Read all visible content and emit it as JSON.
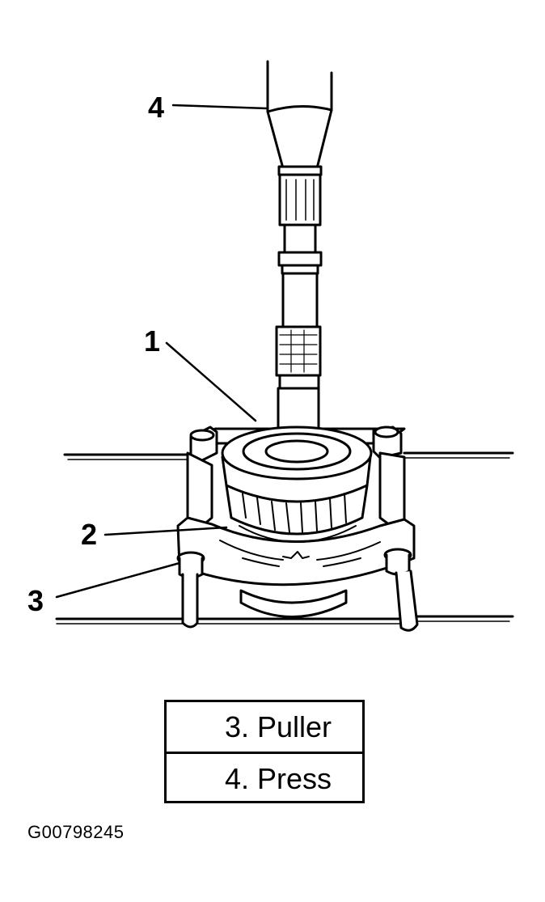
{
  "callouts": {
    "c1": "1",
    "c2": "2",
    "c3": "3",
    "c4": "4"
  },
  "legend": {
    "rows": [
      {
        "number": "3.",
        "text": "Puller"
      },
      {
        "number": "4.",
        "text": "Press"
      }
    ]
  },
  "figure_id": "G00798245"
}
